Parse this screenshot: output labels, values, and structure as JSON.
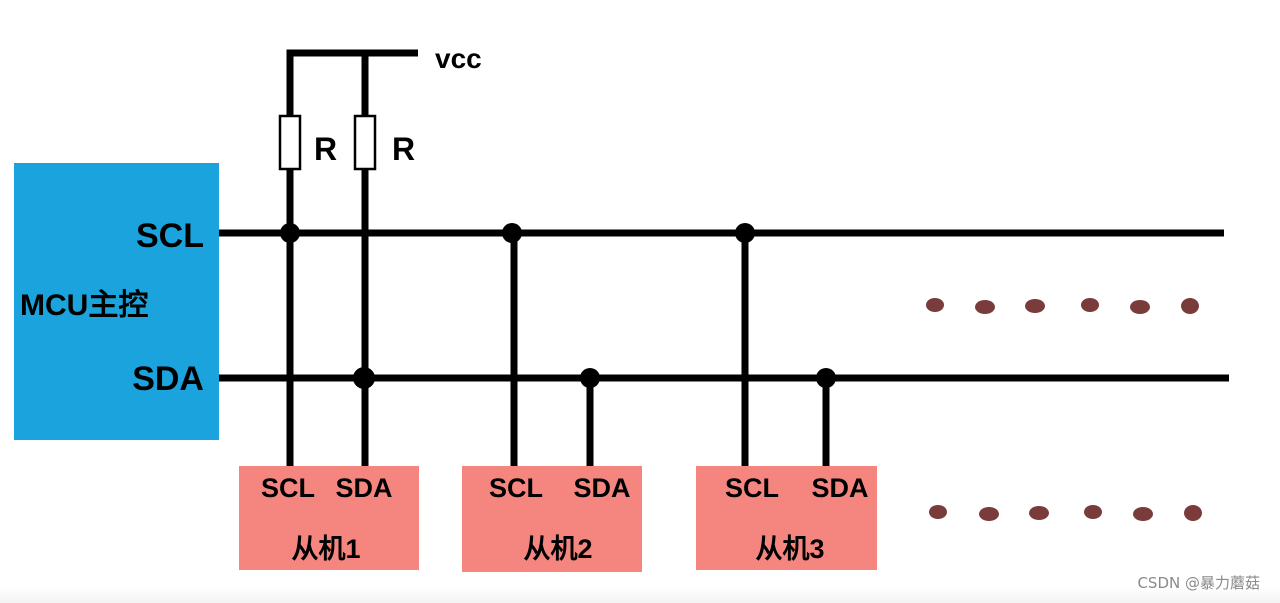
{
  "diagram": {
    "vcc_label": "vcc",
    "resistor_labels": [
      "R",
      "R"
    ],
    "mcu": {
      "label": "MCU主控",
      "scl_label": "SCL",
      "sda_label": "SDA"
    },
    "slaves": [
      {
        "scl_pin": "SCL",
        "sda_pin": "SDA",
        "name": "从机1"
      },
      {
        "scl_pin": "SCL",
        "sda_pin": "SDA",
        "name": "从机2"
      },
      {
        "scl_pin": "SCL",
        "sda_pin": "SDA",
        "name": "从机3"
      }
    ],
    "colors": {
      "mcu_fill": "#1aa3dc",
      "slave_fill": "#f5857f",
      "wire": "#000000",
      "ellipsis_dots": "#7a3b3b"
    }
  },
  "watermark": "CSDN @暴力蘑菇"
}
